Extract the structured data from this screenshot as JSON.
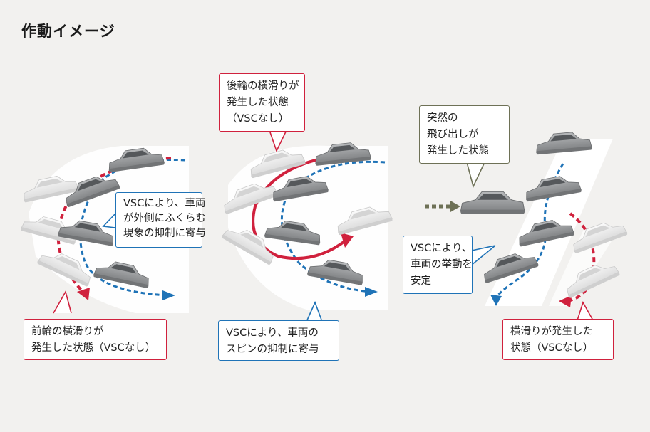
{
  "title": "作動イメージ",
  "callouts": {
    "front_skid": {
      "lines": [
        "前輪の横滑りが",
        "発生した状態（VSCなし）"
      ],
      "color": "#d0213d"
    },
    "vsc_bulge": {
      "lines": [
        "VSCにより、車両",
        "が外側にふくらむ",
        "現象の抑制に寄与"
      ],
      "color": "#1f73b7"
    },
    "rear_skid": {
      "lines": [
        "後輪の横滑りが",
        "発生した状態",
        "（VSCなし）"
      ],
      "color": "#d0213d"
    },
    "vsc_spin": {
      "lines": [
        "VSCにより、車両の",
        "スピンの抑制に寄与"
      ],
      "color": "#1f73b7"
    },
    "sudden": {
      "lines": [
        "突然の",
        "飛び出しが",
        "発生した状態"
      ],
      "color": "#6e7156"
    },
    "vsc_stable": {
      "lines": [
        "VSCにより、",
        "車両の挙動を",
        "安定"
      ],
      "color": "#1f73b7"
    },
    "side_skid": {
      "lines": [
        "横滑りが発生した",
        "状態（VSCなし）"
      ],
      "color": "#d0213d"
    }
  },
  "colors": {
    "red_path": "#d0213d",
    "blue_path": "#1f73b7",
    "olive_arrow": "#6e7156",
    "car_gray": "#8e9092",
    "ghost_car": "#e9e9e9"
  }
}
